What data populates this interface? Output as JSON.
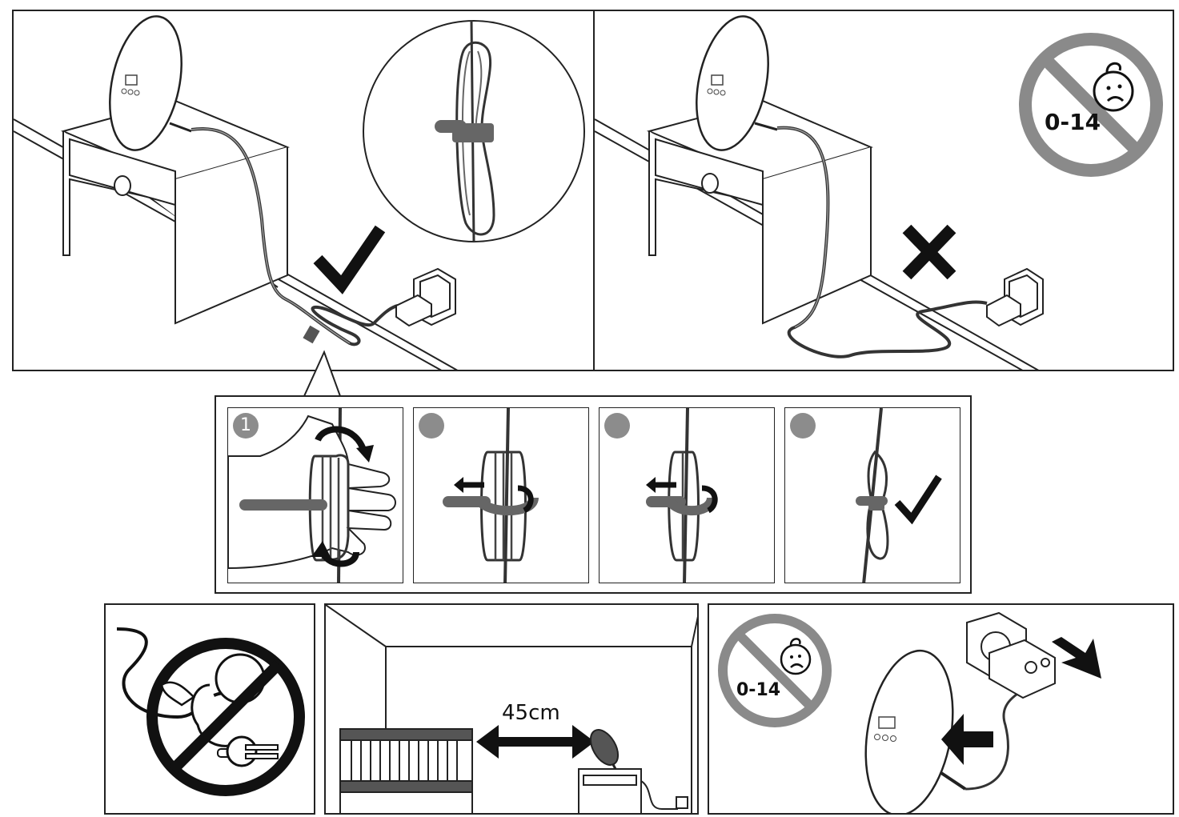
{
  "top_left": {
    "verdict_icon": "check-mark-icon"
  },
  "top_right": {
    "verdict_icon": "cross-mark-icon",
    "age_warning": "0-14"
  },
  "steps": [
    {
      "number": "1",
      "icon": "wrap-cable-hand-icon"
    },
    {
      "number": "",
      "icon": "strap-wrap-icon"
    },
    {
      "number": "",
      "icon": "strap-fasten-icon"
    },
    {
      "number": "",
      "icon": "strap-done-icon"
    }
  ],
  "bottom_mid": {
    "distance_label": "45cm"
  },
  "bottom_right": {
    "age_warning": "0-14"
  },
  "colors": {
    "line": "#222222",
    "badge": "#8c8c8c",
    "prohibit_gray": "#8a8a8a",
    "prohibit_black": "#111111"
  }
}
